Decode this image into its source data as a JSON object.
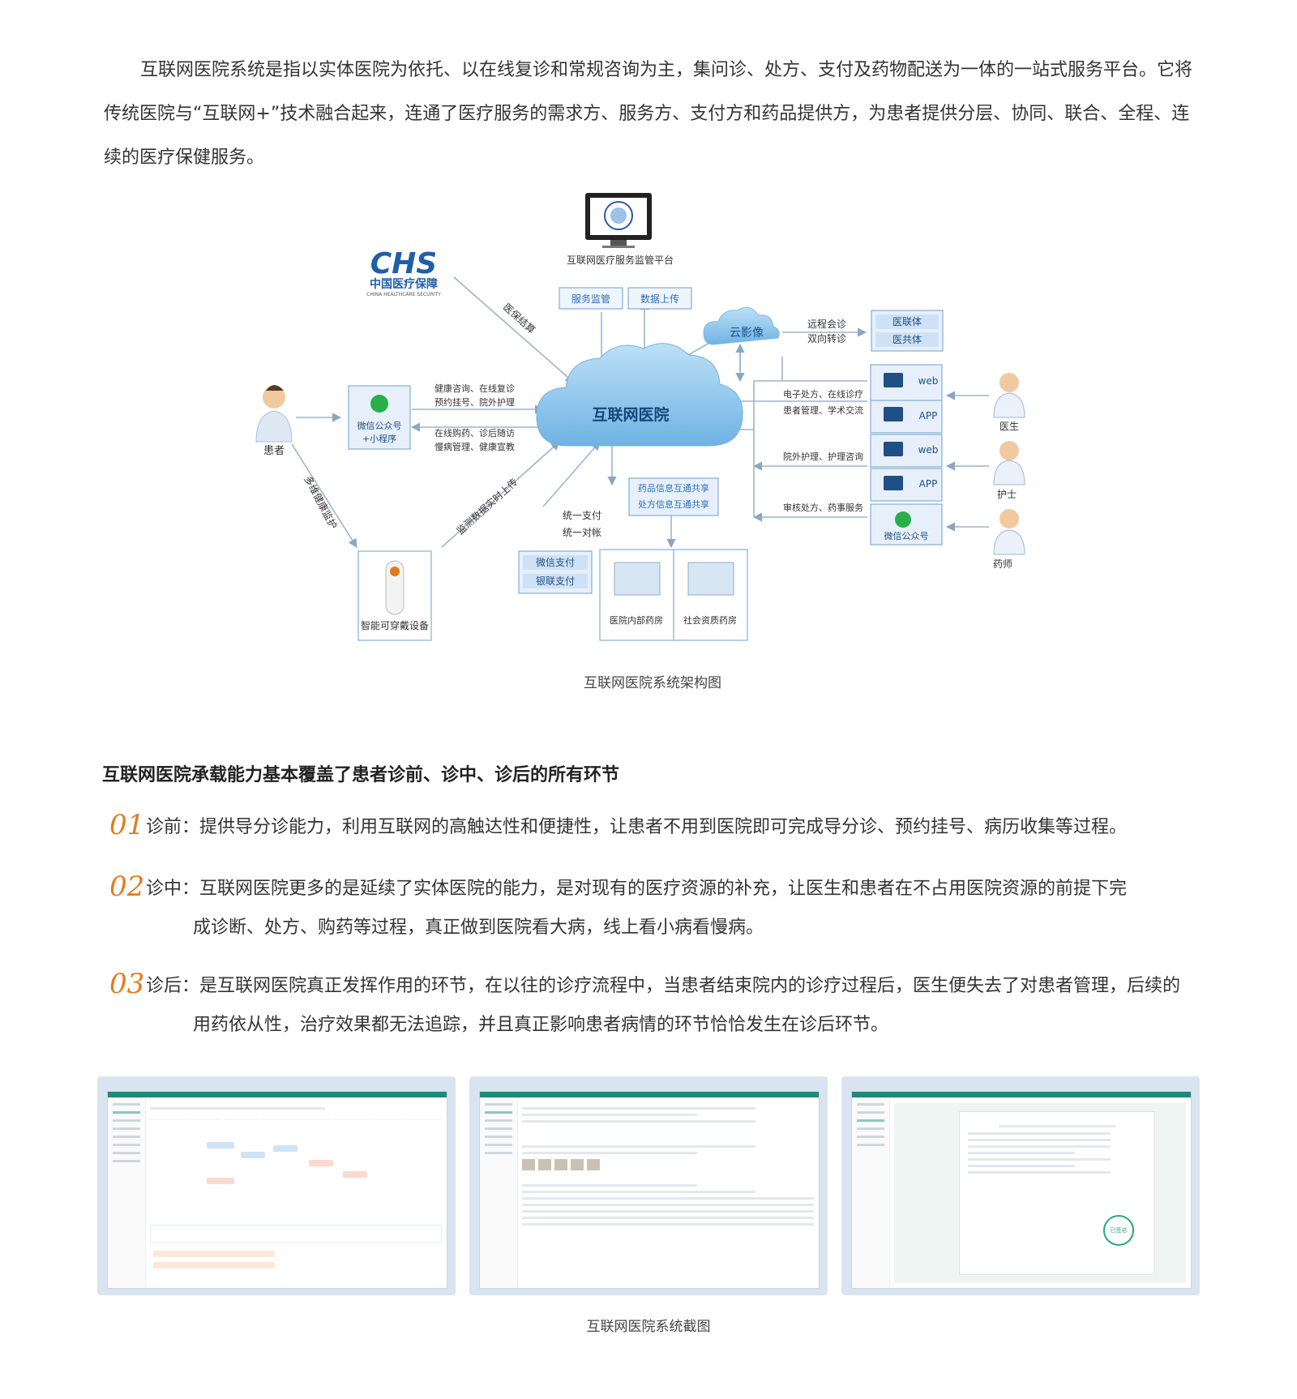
{
  "intro": {
    "paragraph": "互联网医院系统是指以实体医院为依托、以在线复诊和常规咨询为主，集问诊、处方、支付及药物配送为一体的一站式服务平台。它将传统医院与“互联网+”技术融合起来，连通了医疗服务的需求方、服务方、支付方和药品提供方，为患者提供分层、协同、联合、全程、连续的医疗保健服务。"
  },
  "diagram": {
    "center": "互联网医院",
    "chs_logo": "CHS",
    "chs_name": "中国医疗保障",
    "chs_english": "CHINA HEALTHCARE SECURITY",
    "monitor_platform": "互联网医疗服务监管平台",
    "service_monitor": "服务监管",
    "data_upload": "数据上传",
    "medical_settlement": "医保结算",
    "cloud_image": "云影像",
    "remote_consult": "远程会诊",
    "two_way_transfer": "双向转诊",
    "alliance": "医联体",
    "community": "医共体",
    "web": "web",
    "app": "APP",
    "wechat_official": "微信公众号",
    "doctor": "医生",
    "nurse": "护士",
    "pharmacist": "药师",
    "doctor_services_1": "电子处方、在线诊疗",
    "doctor_services_2": "患者管理、学术交流",
    "nurse_services": "院外护理、护理咨询",
    "pharmacist_services": "审核处方、药事服务",
    "patient": "患者",
    "wechat_mini_1": "微信公众号",
    "wechat_mini_2": "+小程序",
    "patient_services_1": "健康咨询、在线复诊",
    "patient_services_2": "预约挂号、院外护理",
    "patient_services_3": "在线购药、诊后随访",
    "patient_services_4": "慢病管理、健康宣教",
    "multi_dim_data": "多维健康监护",
    "monitor_upload": "监测数据实时上传",
    "wearable": "智能可穿戴设备",
    "unified_pay": "统一支付",
    "unified_account": "统一对帐",
    "wechat_pay": "微信支付",
    "unionpay": "银联支付",
    "drug_info_share": "药品信息互通共享",
    "rx_info_share": "处方信息互通共享",
    "internal_pharmacy": "医院内部药房",
    "social_pharmacy": "社会资质药房",
    "caption": "互联网医院系统架构图"
  },
  "section": {
    "title": "互联网医院承载能力基本覆盖了患者诊前、诊中、诊后的所有环节",
    "items": [
      {
        "num": "01",
        "text": "诊前：提供导分诊能力，利用互联网的高触达性和便捷性，让患者不用到医院即可完成导分诊、预约挂号、病历收集等过程。",
        "cont": ""
      },
      {
        "num": "02",
        "text": "诊中：互联网医院更多的是延续了实体医院的能力，是对现有的医疗资源的补充，让医生和患者在不占用医院资源的前提下完",
        "cont": "成诊断、处方、购药等过程，真正做到医院看大病，线上看小病看慢病。"
      },
      {
        "num": "03",
        "text": "诊后：是互联网医院真正发挥作用的环节，在以往的诊疗流程中，当患者结束院内的诊疗过程后，医生便失去了对患者管理，后续的",
        "cont": "用药依从性，治疗效果都无法追踪，并且真正影响患者病情的环节恰恰发生在诊后环节。"
      }
    ]
  },
  "screenshots": {
    "caption": "互联网医院系统截图",
    "stamp_text": "已签名"
  }
}
